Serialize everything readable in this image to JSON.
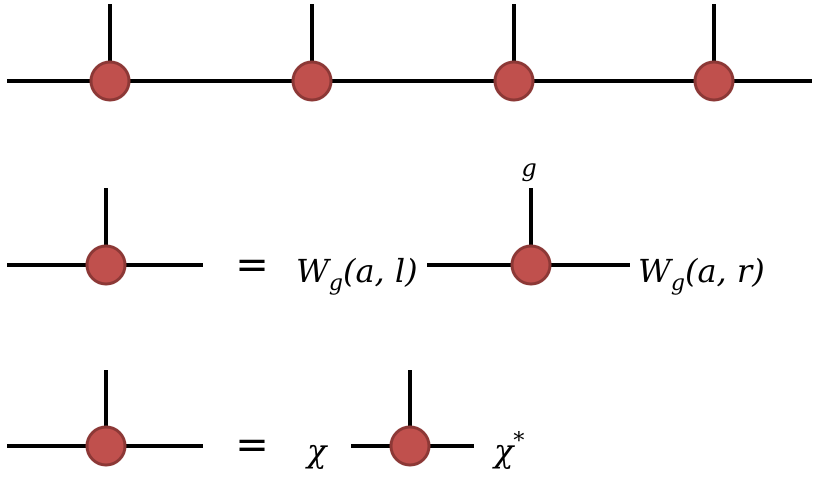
{
  "row2": {
    "equals": "=",
    "top_label": "g",
    "left_label": "W",
    "left_sub": "g",
    "left_args": "(a, l)",
    "right_label": "W",
    "right_sub": "g",
    "right_args": "(a, r)"
  },
  "row3": {
    "equals": "=",
    "left_label": "χ",
    "right_label": "χ",
    "right_sup": "*"
  },
  "colors": {
    "node_fill": "#c0504d",
    "node_stroke": "#8c3836",
    "line": "#000000"
  }
}
